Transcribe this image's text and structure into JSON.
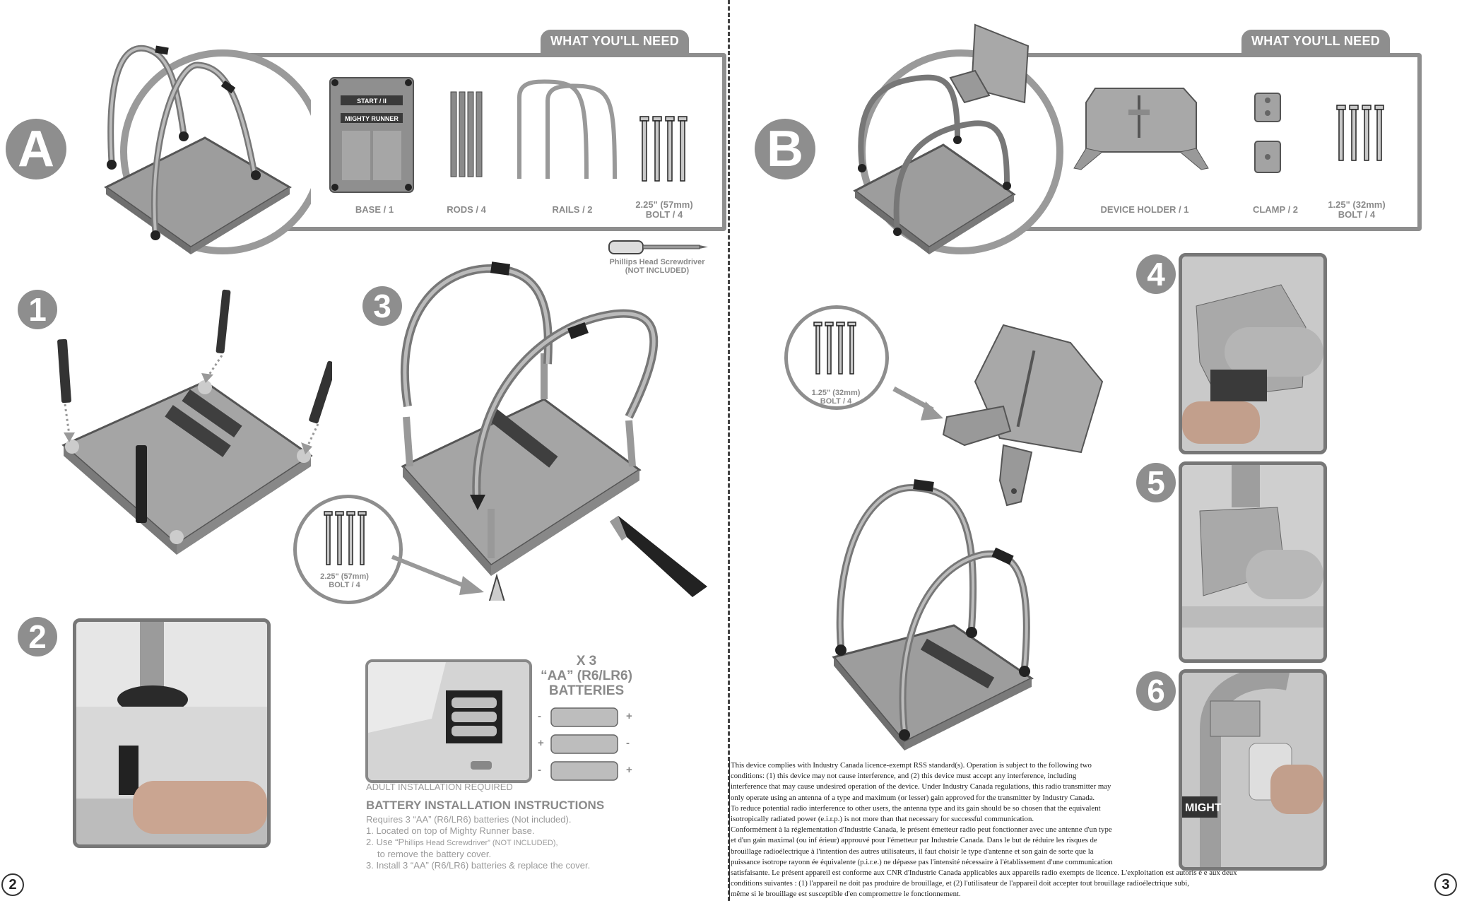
{
  "pages": {
    "left": {
      "page_number": "2",
      "section_a": {
        "label": "A",
        "what_youll_need": "WHAT YOU'LL NEED",
        "parts": [
          {
            "name": "BASE / 1"
          },
          {
            "name": "RODS / 4"
          },
          {
            "name": "RAILS / 2"
          },
          {
            "name_line1": "2.25\" (57mm)",
            "name_line2": "BOLT / 4"
          }
        ],
        "base_text_start": "START / II",
        "base_text_brand": "MIGHTY RUNNER"
      },
      "screwdriver": {
        "line1": "Phillips Head Screwdriver",
        "line2": "(NOT INCLUDED)"
      },
      "steps": [
        "1",
        "2",
        "3"
      ],
      "step3_bolt": {
        "line1": "2.25\" (57mm)",
        "line2": "BOLT / 4"
      },
      "batteries": {
        "count": "X 3",
        "type_line": "“AA” (R6/LR6)",
        "label": "BATTERIES",
        "adult_note": "ADULT INSTALLATION REQUIRED",
        "title": "BATTERY INSTALLATION INSTRUCTIONS",
        "requires": "Requires 3 “AA” (R6/LR6) batteries (Not included).",
        "step1": "1. Located on top of Mighty Runner base.",
        "step2_a": "2. Use “P",
        "step2_b": "hillips Head Screwdriver” (NOT INCLUDED),",
        "step2_c": "to remove the battery cover.",
        "step3": "3. Install 3 “AA” (R6/LR6) batteries & replace the cover.",
        "polarity": [
          "-",
          "+",
          "+",
          "-",
          "-",
          "+"
        ]
      }
    },
    "right": {
      "page_number": "3",
      "section_b": {
        "label": "B",
        "what_youll_need": "WHAT YOU'LL NEED",
        "parts": [
          {
            "name": "DEVICE HOLDER / 1"
          },
          {
            "name": "CLAMP / 2"
          },
          {
            "name_line1": "1.25\" (32mm)",
            "name_line2": "BOLT / 4"
          }
        ]
      },
      "bolt_callout": {
        "line1": "1.25\" (32mm)",
        "line2": "BOLT / 4"
      },
      "steps": [
        "4",
        "5",
        "6"
      ],
      "photo6_text": "MIGHT",
      "legal_lines": [
        "This device complies with Industry Canada licence-exempt RSS standard(s). Operation is subject to the following two",
        "conditions:  (1) this device may not cause interference, and (2) this device must accept any interference, including",
        "interference that may cause undesired operation of the device. Under Industry Canada regulations, this radio transmitter may",
        " only operate using an antenna of a type and maximum (or lesser) gain approved for the transmitter by Industry Canada.",
        "To reduce potential radio interference to other users, the antenna type and its gain should be so chosen that the equivalent",
        "isotropically radiated power (e.i.r.p.) is not more than that necessary for successful communication.",
        "Conformément à la réglementation d'Industrie Canada, le présent émetteur radio peut fonctionner avec une antenne d'un type",
        "et d'un gain maximal (ou inf érieur) approuvé pour l'émetteur par Industrie Canada. Dans le but de réduire les risques de",
        "brouillage radioélectrique à l'intention des autres utilisateurs, il faut choisir le type d'antenne et son gain de sorte que la",
        "puissance isotrope rayonn ée équivalente (p.i.r.e.) ne dépasse pas l'intensité nécessaire à l'établissement d'une communication",
        " satisfaisante. Le présent appareil est conforme aux CNR d'Industrie Canada applicables aux appareils radio exempts de licence. L'exploitation est autoris é e aux deux",
        "conditions suivantes : (1) l'appareil ne doit pas produire de brouillage, et (2) l'utilisateur de l'appareil doit accepter tout brouillage radioélectrique subi,",
        "même si le brouillage est susceptible d'en compromettre le fonctionnement."
      ]
    }
  }
}
